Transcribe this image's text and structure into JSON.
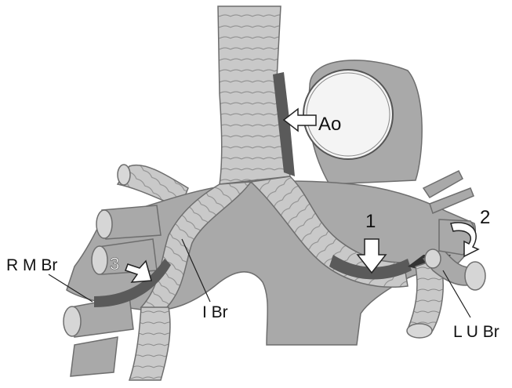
{
  "labels": {
    "aorta": "Ao",
    "right_main_bronchus": "R M Br",
    "intermediate_bronchus": "I Br",
    "left_upper_bronchus": "L U Br",
    "marker_1": "1",
    "marker_2": "2",
    "marker_3": "3"
  },
  "colors": {
    "background": "#ffffff",
    "vessel_fill": "#a9a9a9",
    "vessel_stroke": "#6e6e6e",
    "airway_fill": "#c9c9c9",
    "airway_ring": "#8a8a8a",
    "dark_band": "#5a5a5a",
    "aorta_lumen": "#f4f4f4",
    "text": "#111111"
  }
}
